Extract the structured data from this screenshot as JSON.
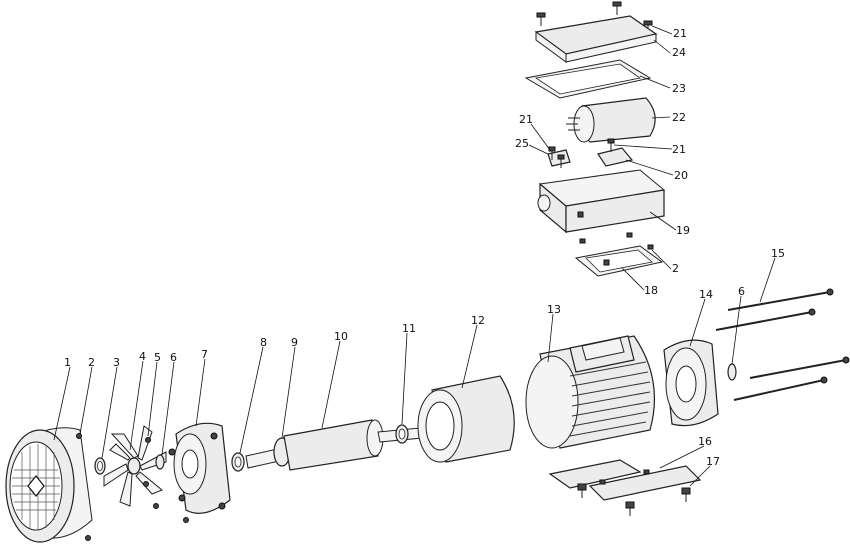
{
  "callouts": [
    {
      "id": "c1",
      "text": "1"
    },
    {
      "id": "c2",
      "text": "2"
    },
    {
      "id": "c3",
      "text": "3"
    },
    {
      "id": "c4",
      "text": "4"
    },
    {
      "id": "c5",
      "text": "5"
    },
    {
      "id": "c6",
      "text": "6"
    },
    {
      "id": "c7",
      "text": "7"
    },
    {
      "id": "c8",
      "text": "8"
    },
    {
      "id": "c9",
      "text": "9"
    },
    {
      "id": "c10",
      "text": "10"
    },
    {
      "id": "c11",
      "text": "11"
    },
    {
      "id": "c12",
      "text": "12"
    },
    {
      "id": "c13",
      "text": "13"
    },
    {
      "id": "c14",
      "text": "14"
    },
    {
      "id": "c6b",
      "text": "6"
    },
    {
      "id": "c15",
      "text": "15"
    },
    {
      "id": "c16",
      "text": "16"
    },
    {
      "id": "c17",
      "text": "17"
    },
    {
      "id": "c18",
      "text": "18"
    },
    {
      "id": "c2b",
      "text": "2"
    },
    {
      "id": "c19",
      "text": "19"
    },
    {
      "id": "c20",
      "text": "20"
    },
    {
      "id": "c21a",
      "text": "21"
    },
    {
      "id": "c21b",
      "text": "21"
    },
    {
      "id": "c21c",
      "text": "21"
    },
    {
      "id": "c22",
      "text": "22"
    },
    {
      "id": "c23",
      "text": "23"
    },
    {
      "id": "c24",
      "text": "24"
    },
    {
      "id": "c25",
      "text": "25"
    }
  ]
}
